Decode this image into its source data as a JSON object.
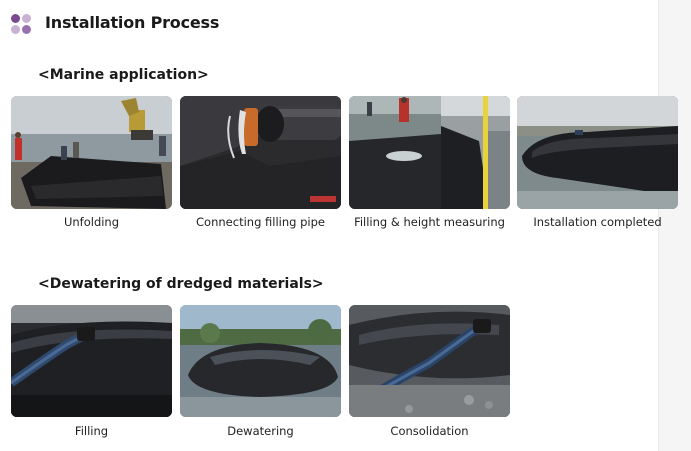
{
  "header": {
    "title": "Installation Process"
  },
  "sections": [
    {
      "title": "<Marine application>",
      "items": [
        {
          "caption": "Unfolding",
          "image": "unfolding-photo"
        },
        {
          "caption": "Connecting filling pipe",
          "image": "connecting-pipe-photo"
        },
        {
          "caption": "Filling & height measuring",
          "image": "filling-measuring-photo"
        },
        {
          "caption": "Installation completed",
          "image": "installation-completed-photo"
        }
      ]
    },
    {
      "title": "<Dewatering of dredged materials>",
      "items": [
        {
          "caption": "Filling",
          "image": "filling-photo"
        },
        {
          "caption": "Dewatering",
          "image": "dewatering-photo"
        },
        {
          "caption": "Consolidation",
          "image": "consolidation-photo"
        }
      ]
    }
  ],
  "colors": {
    "icon_dark": "#7b4a8c",
    "icon_light": "#c8b2d2",
    "geotube_black": "#1c1c1e"
  }
}
